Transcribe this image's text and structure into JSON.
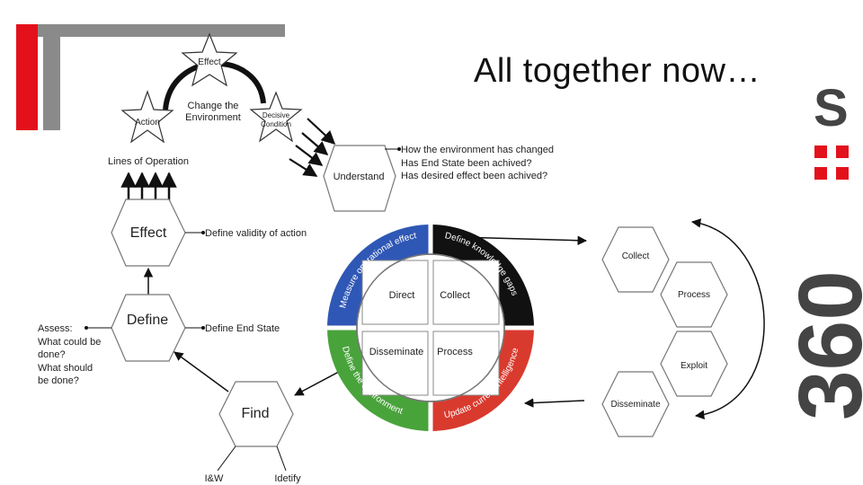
{
  "title": "All together now…",
  "brand": {
    "letters": "360",
    "s_letter": "S"
  },
  "top_cycle": {
    "effect_star": "Effect",
    "action_star": "Action",
    "decisive_star_line1": "Decisive",
    "decisive_star_line2": "Condition",
    "change_line1": "Change the",
    "change_line2": "Environment",
    "lines_of_operation": "Lines of Operation",
    "understand": "Understand",
    "understand_notes": [
      "How the environment has changed",
      "Has End State been achived?",
      "Has desired effect been achived?"
    ]
  },
  "left_flow": {
    "effect_hex": "Effect",
    "effect_note": "Define validity of action",
    "define_hex": "Define",
    "define_note": "Define End State",
    "assess_lines": [
      "Assess:",
      "What could be",
      "done?",
      "What should",
      "be done?"
    ],
    "find_hex": "Find",
    "find_outputs": [
      "I&W",
      "Idetify"
    ]
  },
  "circle": {
    "quadrants": [
      "Direct",
      "Collect",
      "Disseminate",
      "Process"
    ],
    "ring_labels": {
      "blue": "Measure operational effect",
      "black": "Define knowledge gaps",
      "green": "Define the environment",
      "red": "Update current intelligence"
    },
    "colors": {
      "blue": "#2f57b5",
      "black": "#111111",
      "green": "#49a33b",
      "red": "#d93a2e"
    }
  },
  "right_cycle": {
    "hexes": [
      "Collect",
      "Process",
      "Exploit",
      "Disseminate"
    ]
  },
  "accent_colors": {
    "red_bar": "#e3111b",
    "grey_bar": "#8a8a8a"
  }
}
